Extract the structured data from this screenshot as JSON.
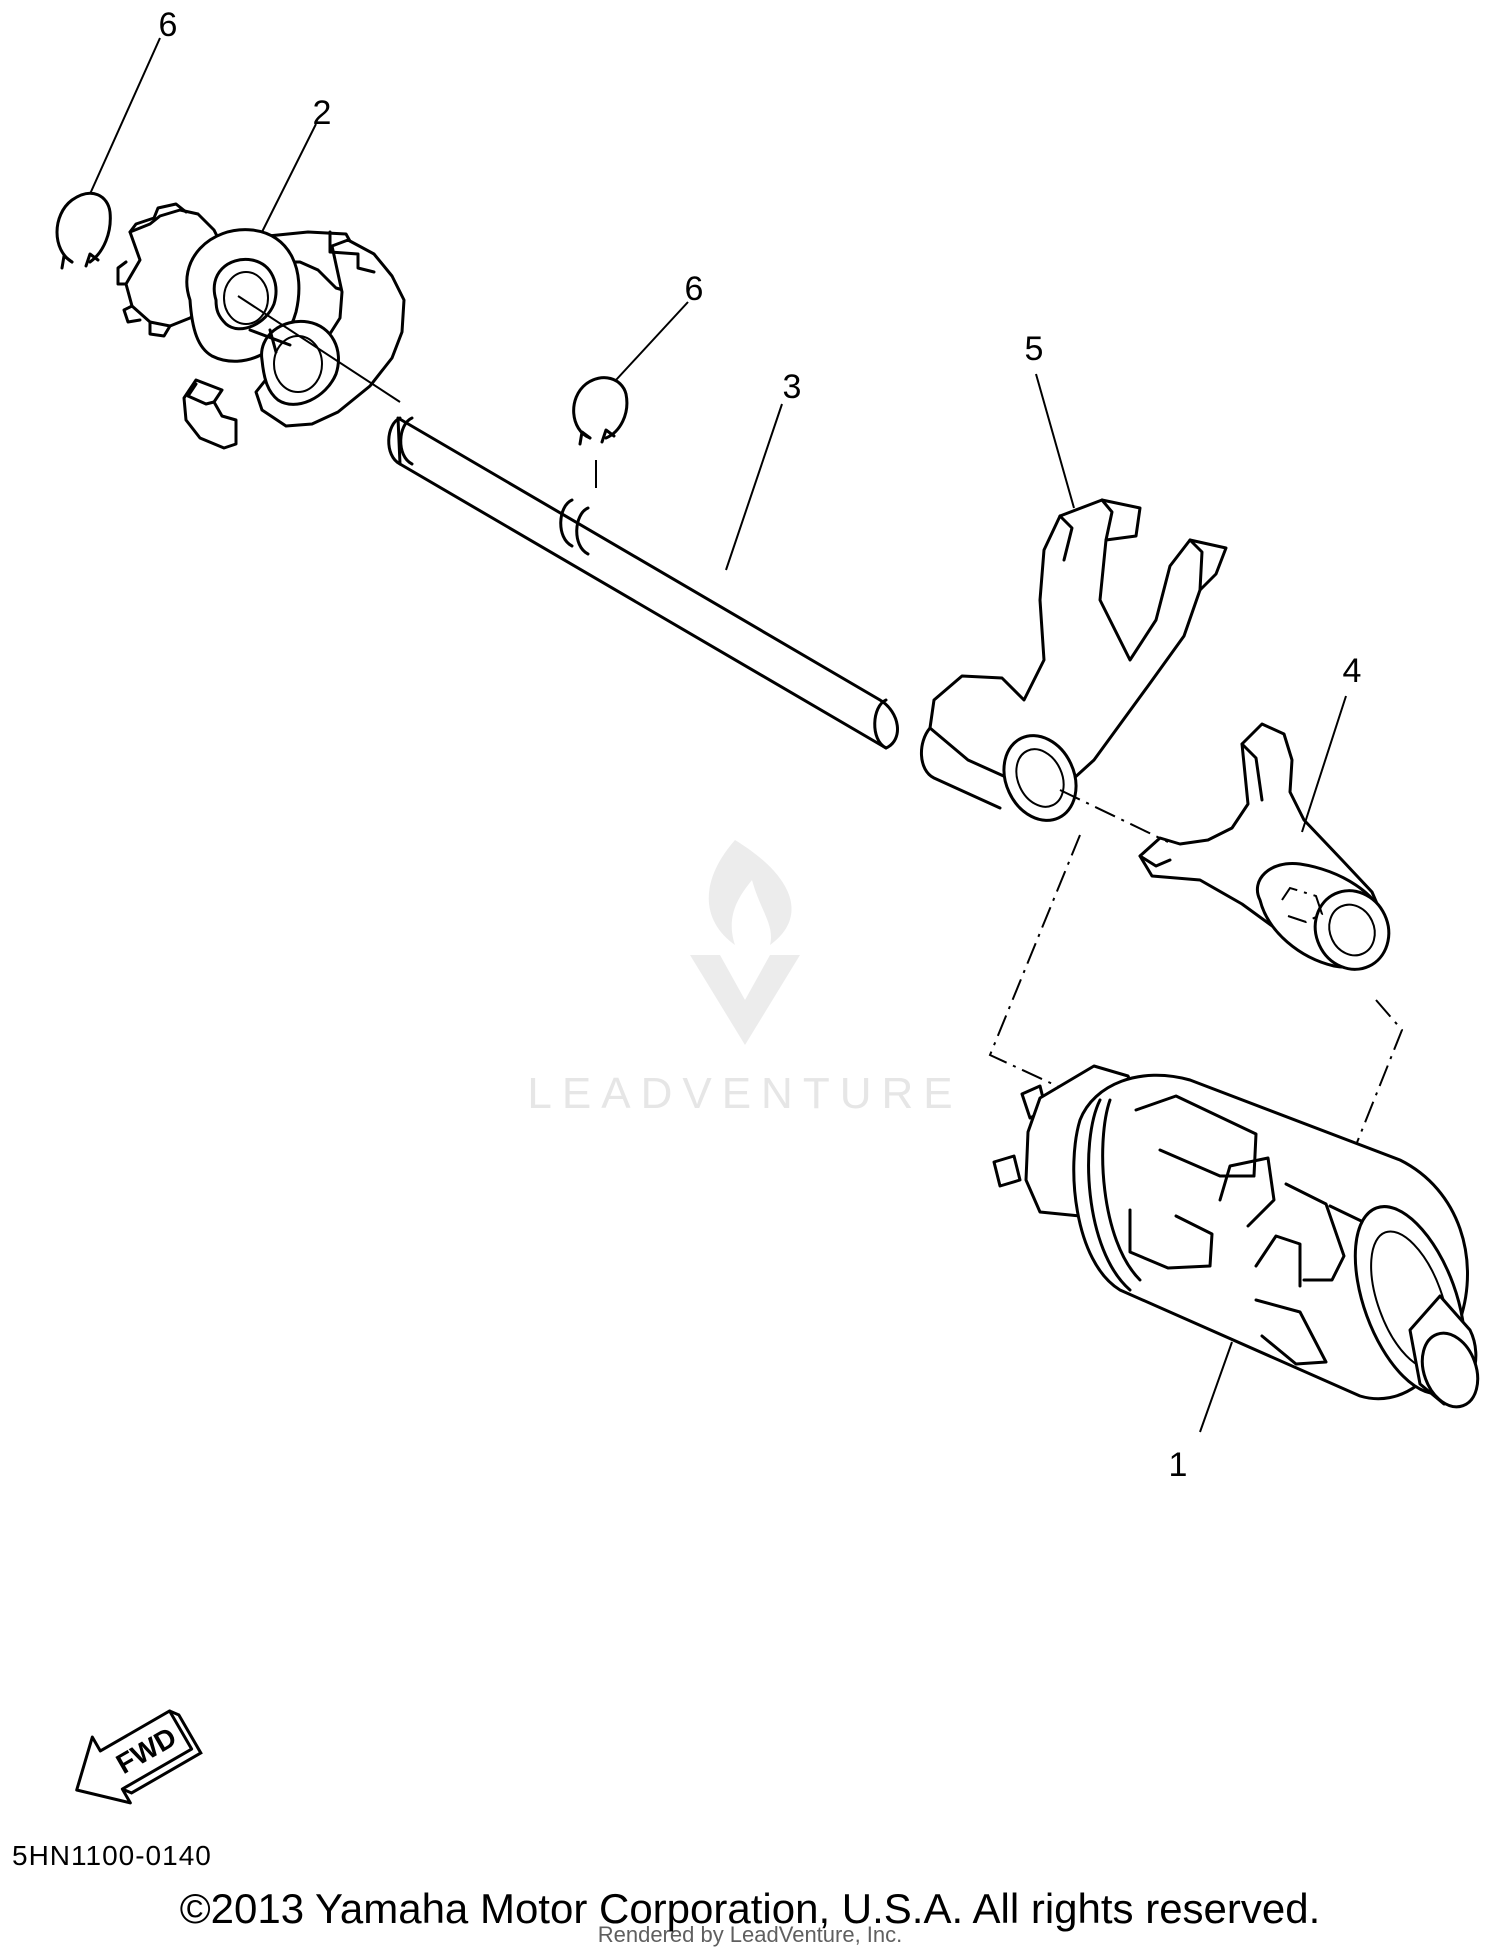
{
  "callouts": {
    "c1": "1",
    "c2": "2",
    "c3": "3",
    "c4": "4",
    "c5": "5",
    "c6a": "6",
    "c6b": "6"
  },
  "fwd_label": "FWD",
  "diagram_code": "5HN1100-0140",
  "copyright": "©2013 Yamaha Motor Corporation, U.S.A. All rights reserved.",
  "rendered_by": "Rendered by LeadVenture, Inc.",
  "watermark_text": "LEADVENTURE",
  "colors": {
    "line": "#000000",
    "background": "#ffffff",
    "watermark": "#e6e6e6"
  }
}
